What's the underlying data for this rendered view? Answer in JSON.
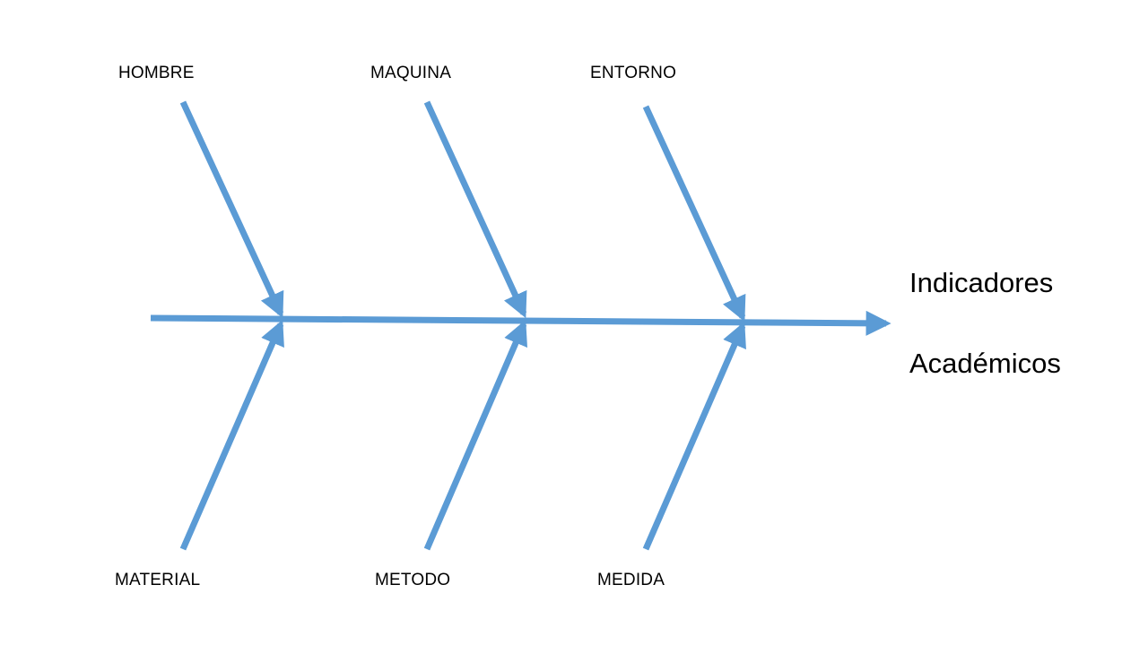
{
  "colors": {
    "arrow": "#5b9bd5",
    "text": "#000000",
    "background": "#ffffff"
  },
  "causes_top": [
    "HOMBRE",
    "MAQUINA",
    "ENTORNO"
  ],
  "causes_bottom": [
    "MATERIAL",
    "METODO",
    "MEDIDA"
  ],
  "effect": {
    "line1": "Indicadores",
    "line2": "Académicos"
  }
}
